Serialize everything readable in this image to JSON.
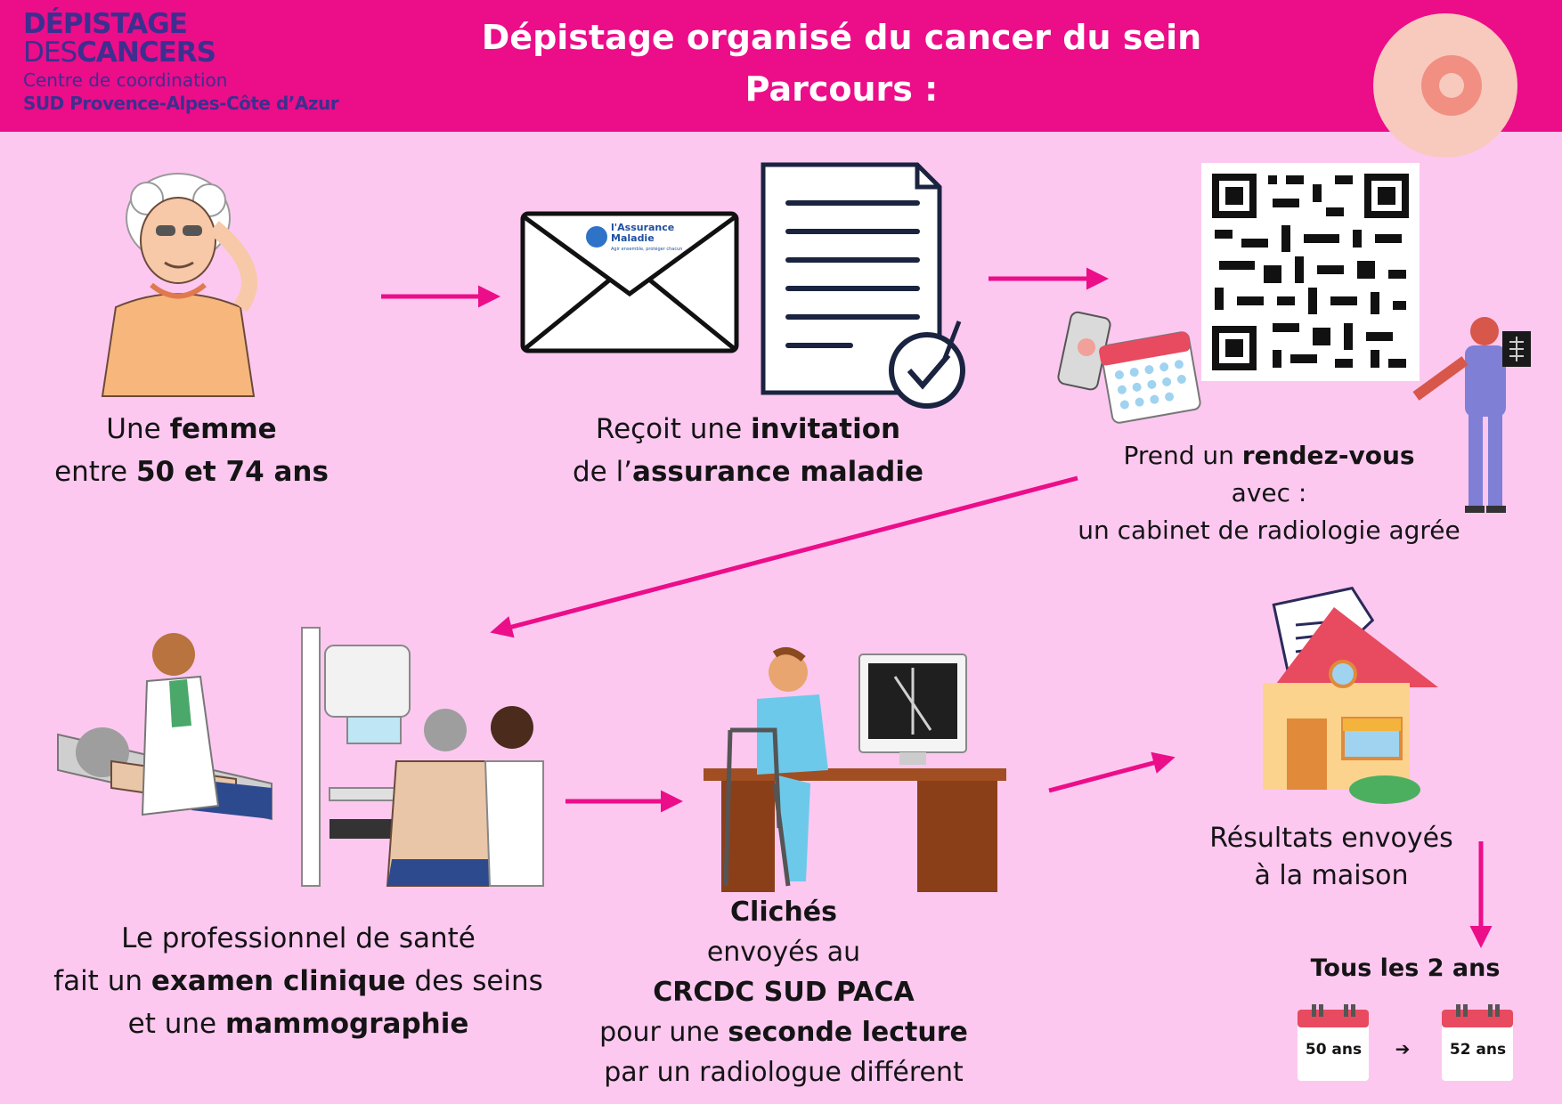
{
  "header": {
    "logo": {
      "line1": "DÉPISTAGE",
      "line2_a": "DES",
      "line2_b": "CANCERS",
      "line3": "Centre de coordination",
      "line4": "SUD Provence-Alpes-Côte d’Azur"
    },
    "title": "Dépistage organisé du cancer du sein",
    "subtitle": "Parcours :"
  },
  "steps": {
    "woman": {
      "t1": "Une ",
      "b1": "femme",
      "t2": "entre ",
      "b2": "50 et 74 ans"
    },
    "invitation": {
      "t1": "Reçoit une ",
      "b1": "invitation",
      "t2": "de l’",
      "b2": "assurance maladie"
    },
    "envelope_logo": {
      "name": "l'Assurance",
      "name2": "Maladie",
      "tagline": "Agir ensemble, protéger chacun"
    },
    "appointment": {
      "t1": "Prend un ",
      "b1": "rendez-vous",
      "t2": "avec :",
      "t3": "un cabinet de radiologie agrée"
    },
    "exam": {
      "t1": "Le professionnel de santé",
      "t2": "fait un ",
      "b2": "examen clinique",
      "t2b": " des seins",
      "t3": "et une ",
      "b3": "mammographie"
    },
    "cliches": {
      "b1": "Clichés",
      "t2": "envoyés au",
      "b3": "CRCDC SUD PACA",
      "t4": "pour une ",
      "b4": "seconde lecture",
      "t5": "par un radiologue différent"
    },
    "results": {
      "t1": "Résultats envoyés",
      "t2": "à la maison"
    }
  },
  "frequency": {
    "label": "Tous les 2 ans",
    "from": "50 ans",
    "arrow": "➔",
    "to": "52 ans"
  },
  "colors": {
    "pink_bg": "#fcc8f0",
    "header": "#ec0d89",
    "arrow": "#ec0d89",
    "logo": "#3d2f8f",
    "calendar_red": "#e84a5f"
  }
}
